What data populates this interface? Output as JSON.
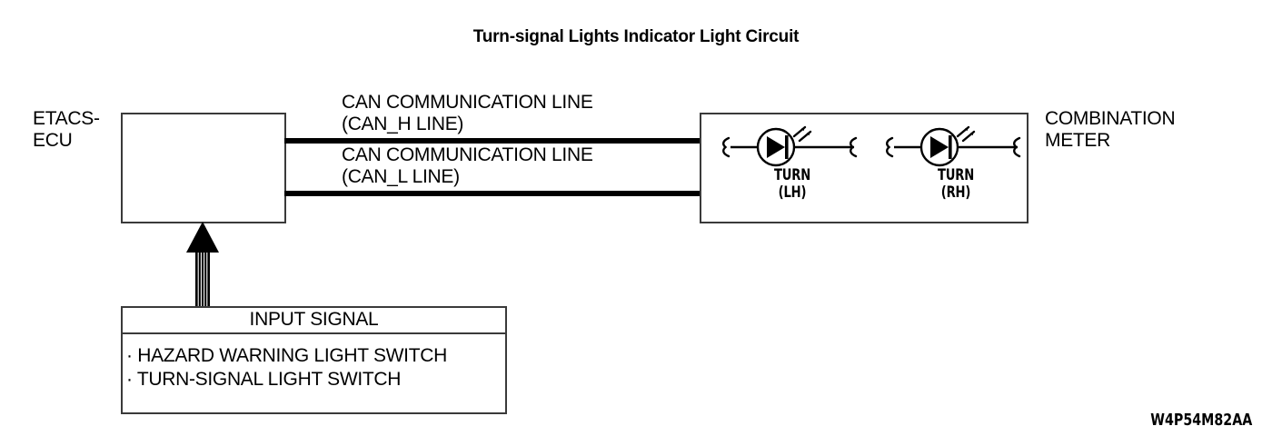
{
  "title": "Turn-signal Lights Indicator Light Circuit",
  "nodes": {
    "etacs": {
      "label": "ETACS-\nECU",
      "name": "ETACS-ECU"
    },
    "meter": {
      "label": "COMBINATION\nMETER",
      "name": "COMBINATION METER"
    }
  },
  "connections": [
    {
      "id": "can_h",
      "label": "CAN COMMUNICATION LINE\n(CAN_H LINE)",
      "from": "ETACS-ECU",
      "to": "COMBINATION METER"
    },
    {
      "id": "can_l",
      "label": "CAN COMMUNICATION LINE\n(CAN_L LINE)",
      "from": "ETACS-ECU",
      "to": "COMBINATION METER"
    }
  ],
  "indicators": [
    {
      "id": "turn_lh",
      "caption": "TURN\n(LH)",
      "symbol": "led-indicator-icon"
    },
    {
      "id": "turn_rh",
      "caption": "TURN\n(RH)",
      "symbol": "led-indicator-icon"
    }
  ],
  "input_signal": {
    "title": "INPUT SIGNAL",
    "items": [
      "· HAZARD WARNING LIGHT SWITCH",
      "· TURN-SIGNAL LIGHT SWITCH"
    ]
  },
  "reference_code": "W4P54M82AA",
  "colors": {
    "ink": "#000000",
    "box_stroke": "#3a3a3a",
    "background": "#ffffff"
  }
}
